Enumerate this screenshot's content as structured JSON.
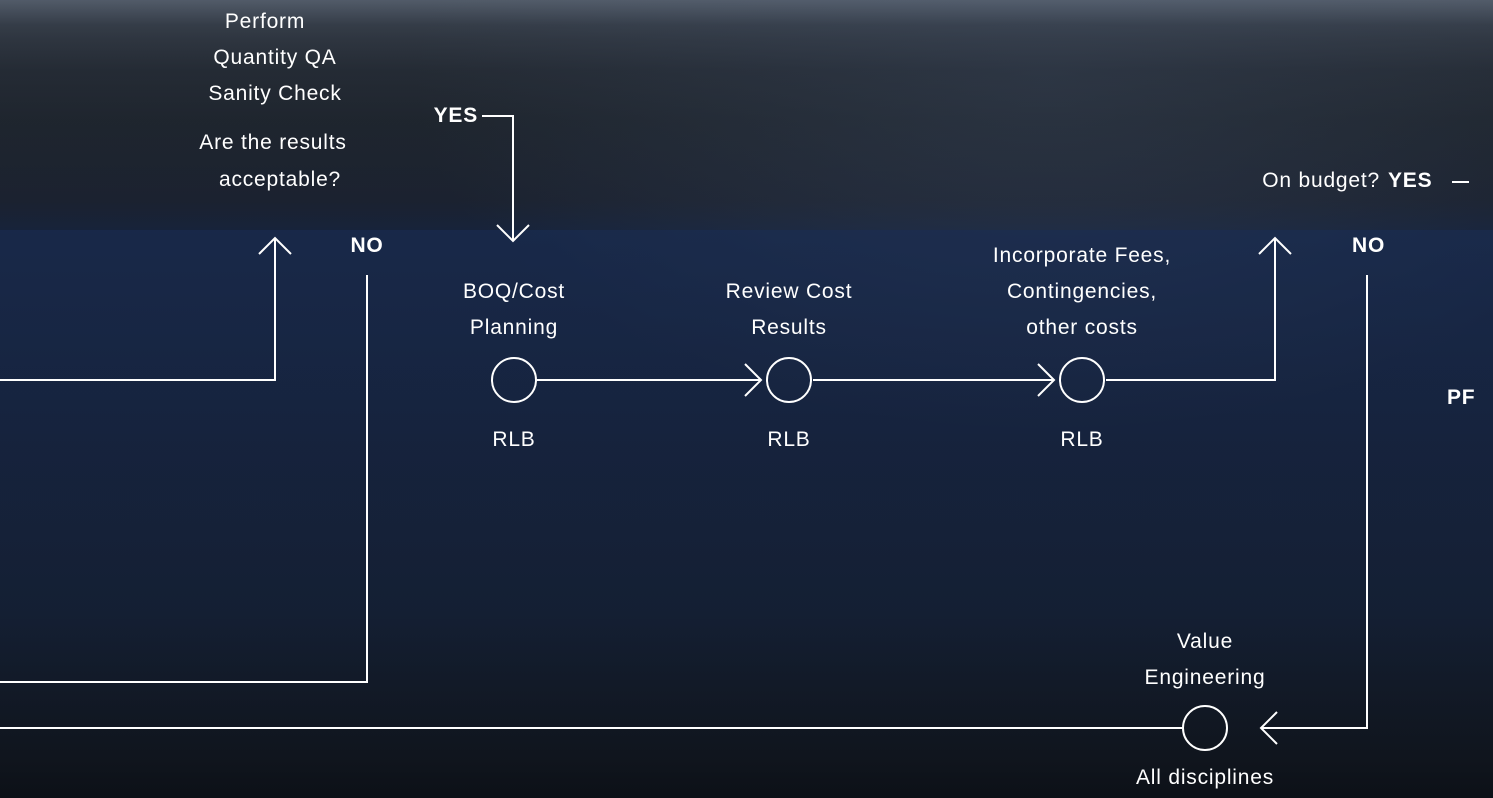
{
  "labels": {
    "perform_1": "Perform",
    "perform_2": "Quantity QA",
    "perform_3": "Sanity Check",
    "acceptable_1": "Are the results",
    "acceptable_2": "acceptable?",
    "yes_top": "YES",
    "no_left": "NO",
    "boq_1": "BOQ/Cost",
    "boq_2": "Planning",
    "review_1": "Review Cost",
    "review_2": "Results",
    "fees_1": "Incorporate Fees,",
    "fees_2": "Contingencies,",
    "fees_3": "other costs",
    "rlb_1": "RLB",
    "rlb_2": "RLB",
    "rlb_3": "RLB",
    "budget_q": "On budget?",
    "yes_right": "YES",
    "no_right": "NO",
    "cut_off": "PF",
    "ve_1": "Value",
    "ve_2": "Engineering",
    "all_disciplines": "All disciplines"
  },
  "colors": {
    "line": "#ffffff",
    "text": "#ffffff"
  }
}
